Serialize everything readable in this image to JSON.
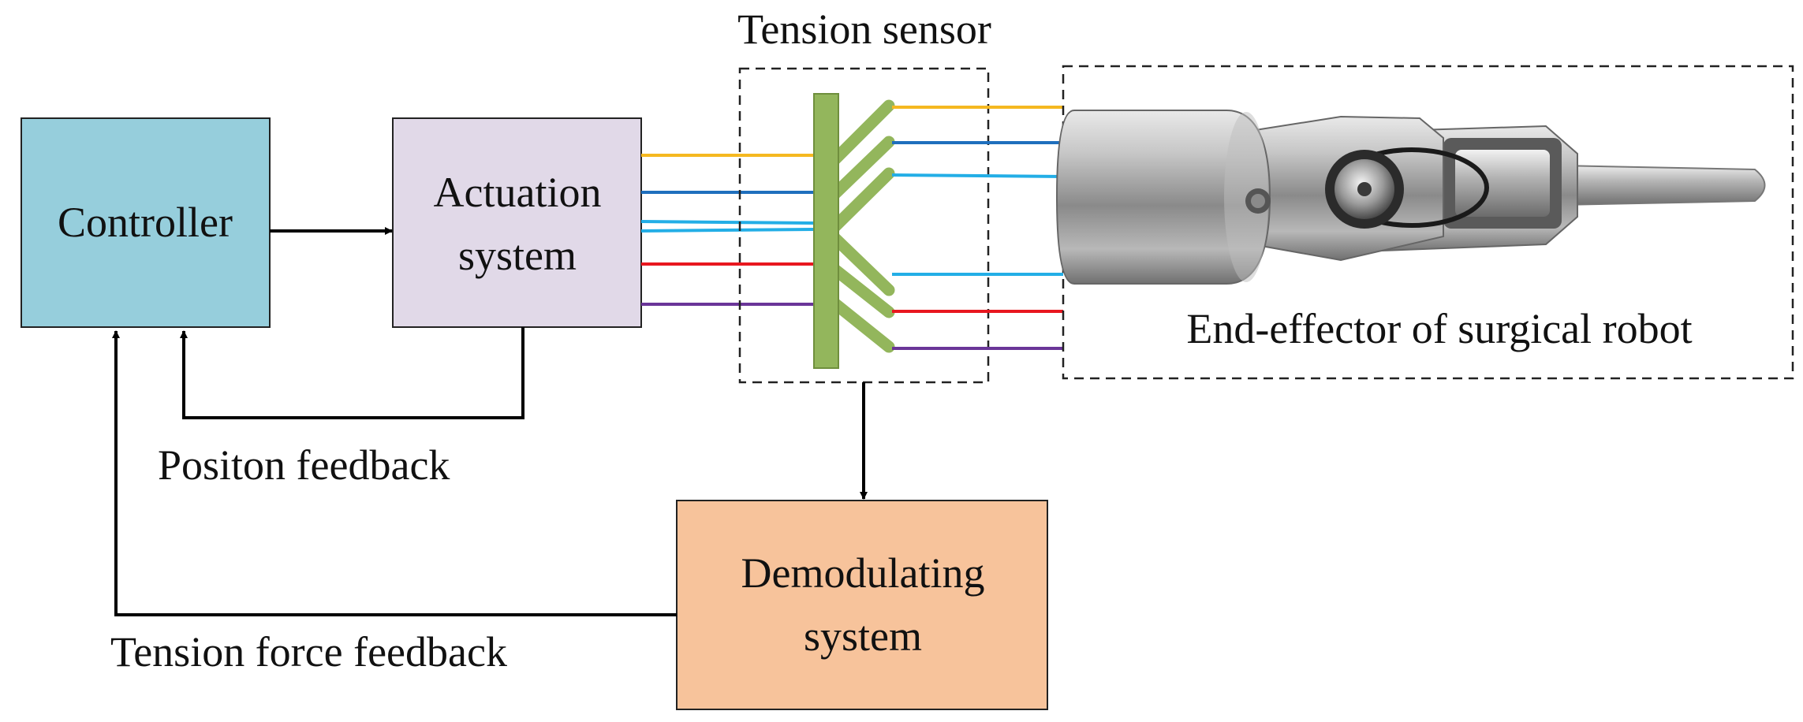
{
  "blocks": {
    "controller": "Controller",
    "actuation_line1": "Actuation",
    "actuation_line2": "system",
    "demodulating_line1": "Demodulating",
    "demodulating_line2": "system"
  },
  "labels": {
    "tension_sensor": "Tension sensor",
    "end_effector": "End-effector of surgical robot",
    "position_feedback": "Positon feedback",
    "tension_feedback": "Tension force feedback"
  },
  "colors": {
    "controller_fill": "#96cedc",
    "actuation_fill": "#e1d9e8",
    "demodulating_fill": "#f7c39b",
    "sensor_fill": "#93b65c",
    "wires": [
      "#f5b820",
      "#1f6fbd",
      "#23aee6",
      "#e8171f",
      "#6a3598"
    ]
  }
}
